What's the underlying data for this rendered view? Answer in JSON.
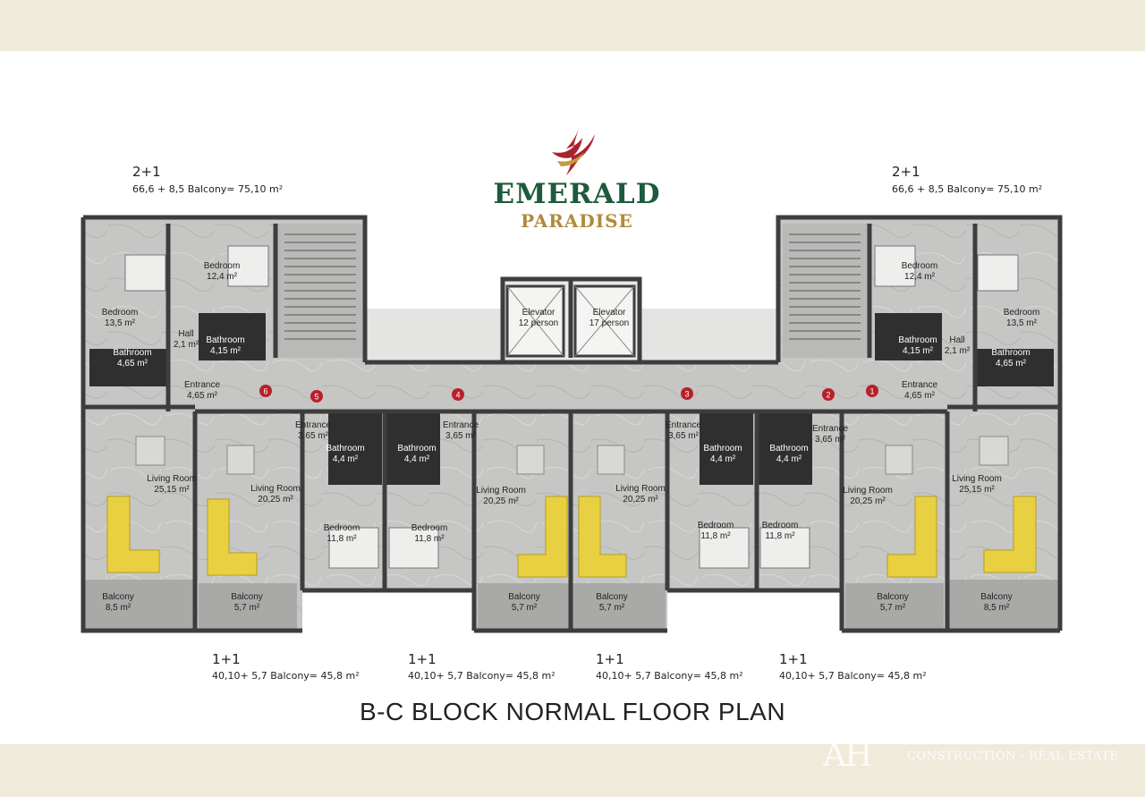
{
  "brand": {
    "name": "EMERALD",
    "sub": "PARADISE"
  },
  "watermark": {
    "mark": "AH",
    "text": "CONSTRUCTION - REAL ESTATE"
  },
  "plan_title": "B-C BLOCK NORMAL FLOOR PLAN",
  "units_top": [
    {
      "type": "2+1",
      "area": "66,6 + 8,5 Balcony= 75,10 m²"
    },
    {
      "type": "2+1",
      "area": "66,6 + 8,5 Balcony= 75,10 m²"
    }
  ],
  "units_bottom": [
    {
      "type": "1+1",
      "area": "40,10+ 5,7 Balcony= 45,8 m²"
    },
    {
      "type": "1+1",
      "area": "40,10+ 5,7 Balcony= 45,8 m²"
    },
    {
      "type": "1+1",
      "area": "40,10+ 5,7 Balcony= 45,8 m²"
    },
    {
      "type": "1+1",
      "area": "40,10+ 5,7 Balcony= 45,8 m²"
    }
  ],
  "rooms": [
    {
      "name": "Bedroom",
      "area": "12,4 m²"
    },
    {
      "name": "Bedroom",
      "area": "13,5 m²"
    },
    {
      "name": "Hall",
      "area": "2,1 m²"
    },
    {
      "name": "Bathroom",
      "area": "4,15 m²"
    },
    {
      "name": "Bathroom",
      "area": "4,65 m²"
    },
    {
      "name": "Entrance",
      "area": "4,65 m²"
    },
    {
      "name": "Living Room",
      "area": "25,15 m²"
    },
    {
      "name": "Balcony",
      "area": "8,5 m²"
    },
    {
      "name": "Living Room",
      "area": "20,25 m²"
    },
    {
      "name": "Balcony",
      "area": "5,7 m²"
    },
    {
      "name": "Entrance",
      "area": "3,65 m²"
    },
    {
      "name": "Bathroom",
      "area": "4,4 m²"
    },
    {
      "name": "Bedroom",
      "area": "11,8 m²"
    },
    {
      "name": "Bathroom",
      "area": "4,4 m²"
    },
    {
      "name": "Bedroom",
      "area": "11,8 m²"
    },
    {
      "name": "Entrance",
      "area": "3,65 m²"
    },
    {
      "name": "Living Room",
      "area": "20,25 m²"
    },
    {
      "name": "Balcony",
      "area": "5,7 m²"
    },
    {
      "name": "Elevator",
      "area": "12 person"
    },
    {
      "name": "Elevator",
      "area": "17 person"
    },
    {
      "name": "Living Room",
      "area": "20,25 m²"
    },
    {
      "name": "Balcony",
      "area": "5,7 m²"
    },
    {
      "name": "Entrance",
      "area": "3,65 m²"
    },
    {
      "name": "Bathroom",
      "area": "4,4 m²"
    },
    {
      "name": "Bedroom",
      "area": "11,8 m²"
    },
    {
      "name": "Bathroom",
      "area": "4,4 m²"
    },
    {
      "name": "Bedroom",
      "area": "11,8 m²"
    },
    {
      "name": "Entrance",
      "area": "3,65 m²"
    },
    {
      "name": "Living Room",
      "area": "20,25 m²"
    },
    {
      "name": "Balcony",
      "area": "5,7 m²"
    },
    {
      "name": "Bedroom",
      "area": "12,4 m²"
    },
    {
      "name": "Bedroom",
      "area": "13,5 m²"
    },
    {
      "name": "Bathroom",
      "area": "4,15 m²"
    },
    {
      "name": "Hall",
      "area": "2,1 m²"
    },
    {
      "name": "Bathroom",
      "area": "4,65 m²"
    },
    {
      "name": "Entrance",
      "area": "4,65 m²"
    },
    {
      "name": "Living Room",
      "area": "25,15 m²"
    },
    {
      "name": "Balcony",
      "area": "8,5 m²"
    }
  ],
  "markers": [
    "1",
    "2",
    "3",
    "4",
    "5",
    "6"
  ],
  "colors": {
    "wall": "#3d3d3d",
    "floor": "#c9c9c7",
    "wet": "#2a2a2a",
    "sofa": "#e8d040",
    "marker": "#b8202a",
    "brand": "#1e5a3c",
    "brand_sub": "#b08a3c",
    "band": "#efeada"
  }
}
